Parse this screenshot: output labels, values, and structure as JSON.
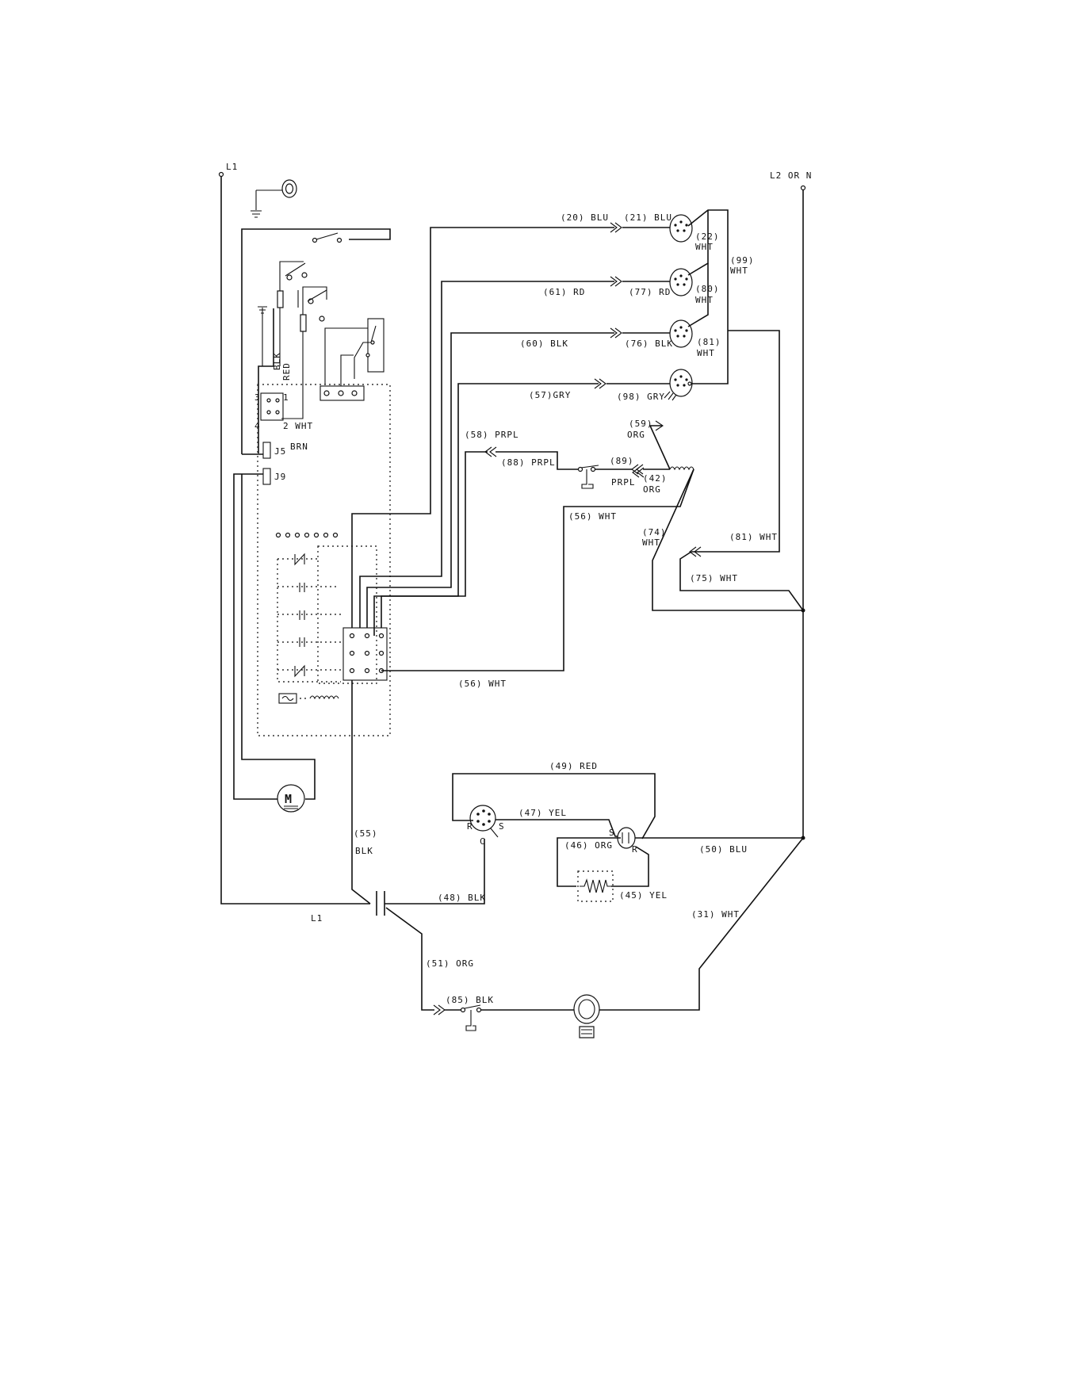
{
  "terminals": {
    "l1_top": "L1",
    "l2_top": "L2 OR N",
    "l1_bottom": "L1"
  },
  "wire_labels": {
    "w20": "(20) BLU",
    "w21": "(21) BLU",
    "w22a": "(22)",
    "w22b": "WHT",
    "w99a": "(99)",
    "w99b": "WHT",
    "w61": "(61) RD",
    "w77": "(77) RD",
    "w80a": "(80)",
    "w80b": "WHT",
    "w60": "(60) BLK",
    "w76": "(76) BLK",
    "w81a": "(81)",
    "w81b": "WHT",
    "w57": "(57)GRY",
    "w98": "(98) GRY",
    "w59a": "(59)",
    "w59b": "ORG",
    "w58": "(58) PRPL",
    "w88": "(88) PRPL",
    "w89": "(89)",
    "w89b": "PRPL",
    "w42a": "(42)",
    "w42b": "ORG",
    "w56top": "(56) WHT",
    "w74a": "(74)",
    "w74b": "WHT",
    "w81r": "(81) WHT",
    "w75": "(75) WHT",
    "w56bot": "(56) WHT",
    "w49": "(49) RED",
    "w47": "(47) YEL",
    "w46": "(46) ORG",
    "w45": "(45) YEL",
    "w50": "(50) BLU",
    "w48": "(48) BLK",
    "w31": "(31) WHT",
    "w55a": "(55)",
    "w55b": "BLK",
    "w51": "(51) ORG",
    "w85": "(85) BLK"
  },
  "component_labels": {
    "blk": "BLK",
    "red": "RED",
    "wht2": "2 WHT",
    "brn": "BRN",
    "pin3": "3",
    "pin1": "1",
    "pin4": "4",
    "j5": "J5",
    "j9": "J9",
    "motor": "M",
    "comp_r": "R",
    "comp_s": "S",
    "comp_c": "C",
    "relay_s": "S",
    "relay_r": "R"
  }
}
